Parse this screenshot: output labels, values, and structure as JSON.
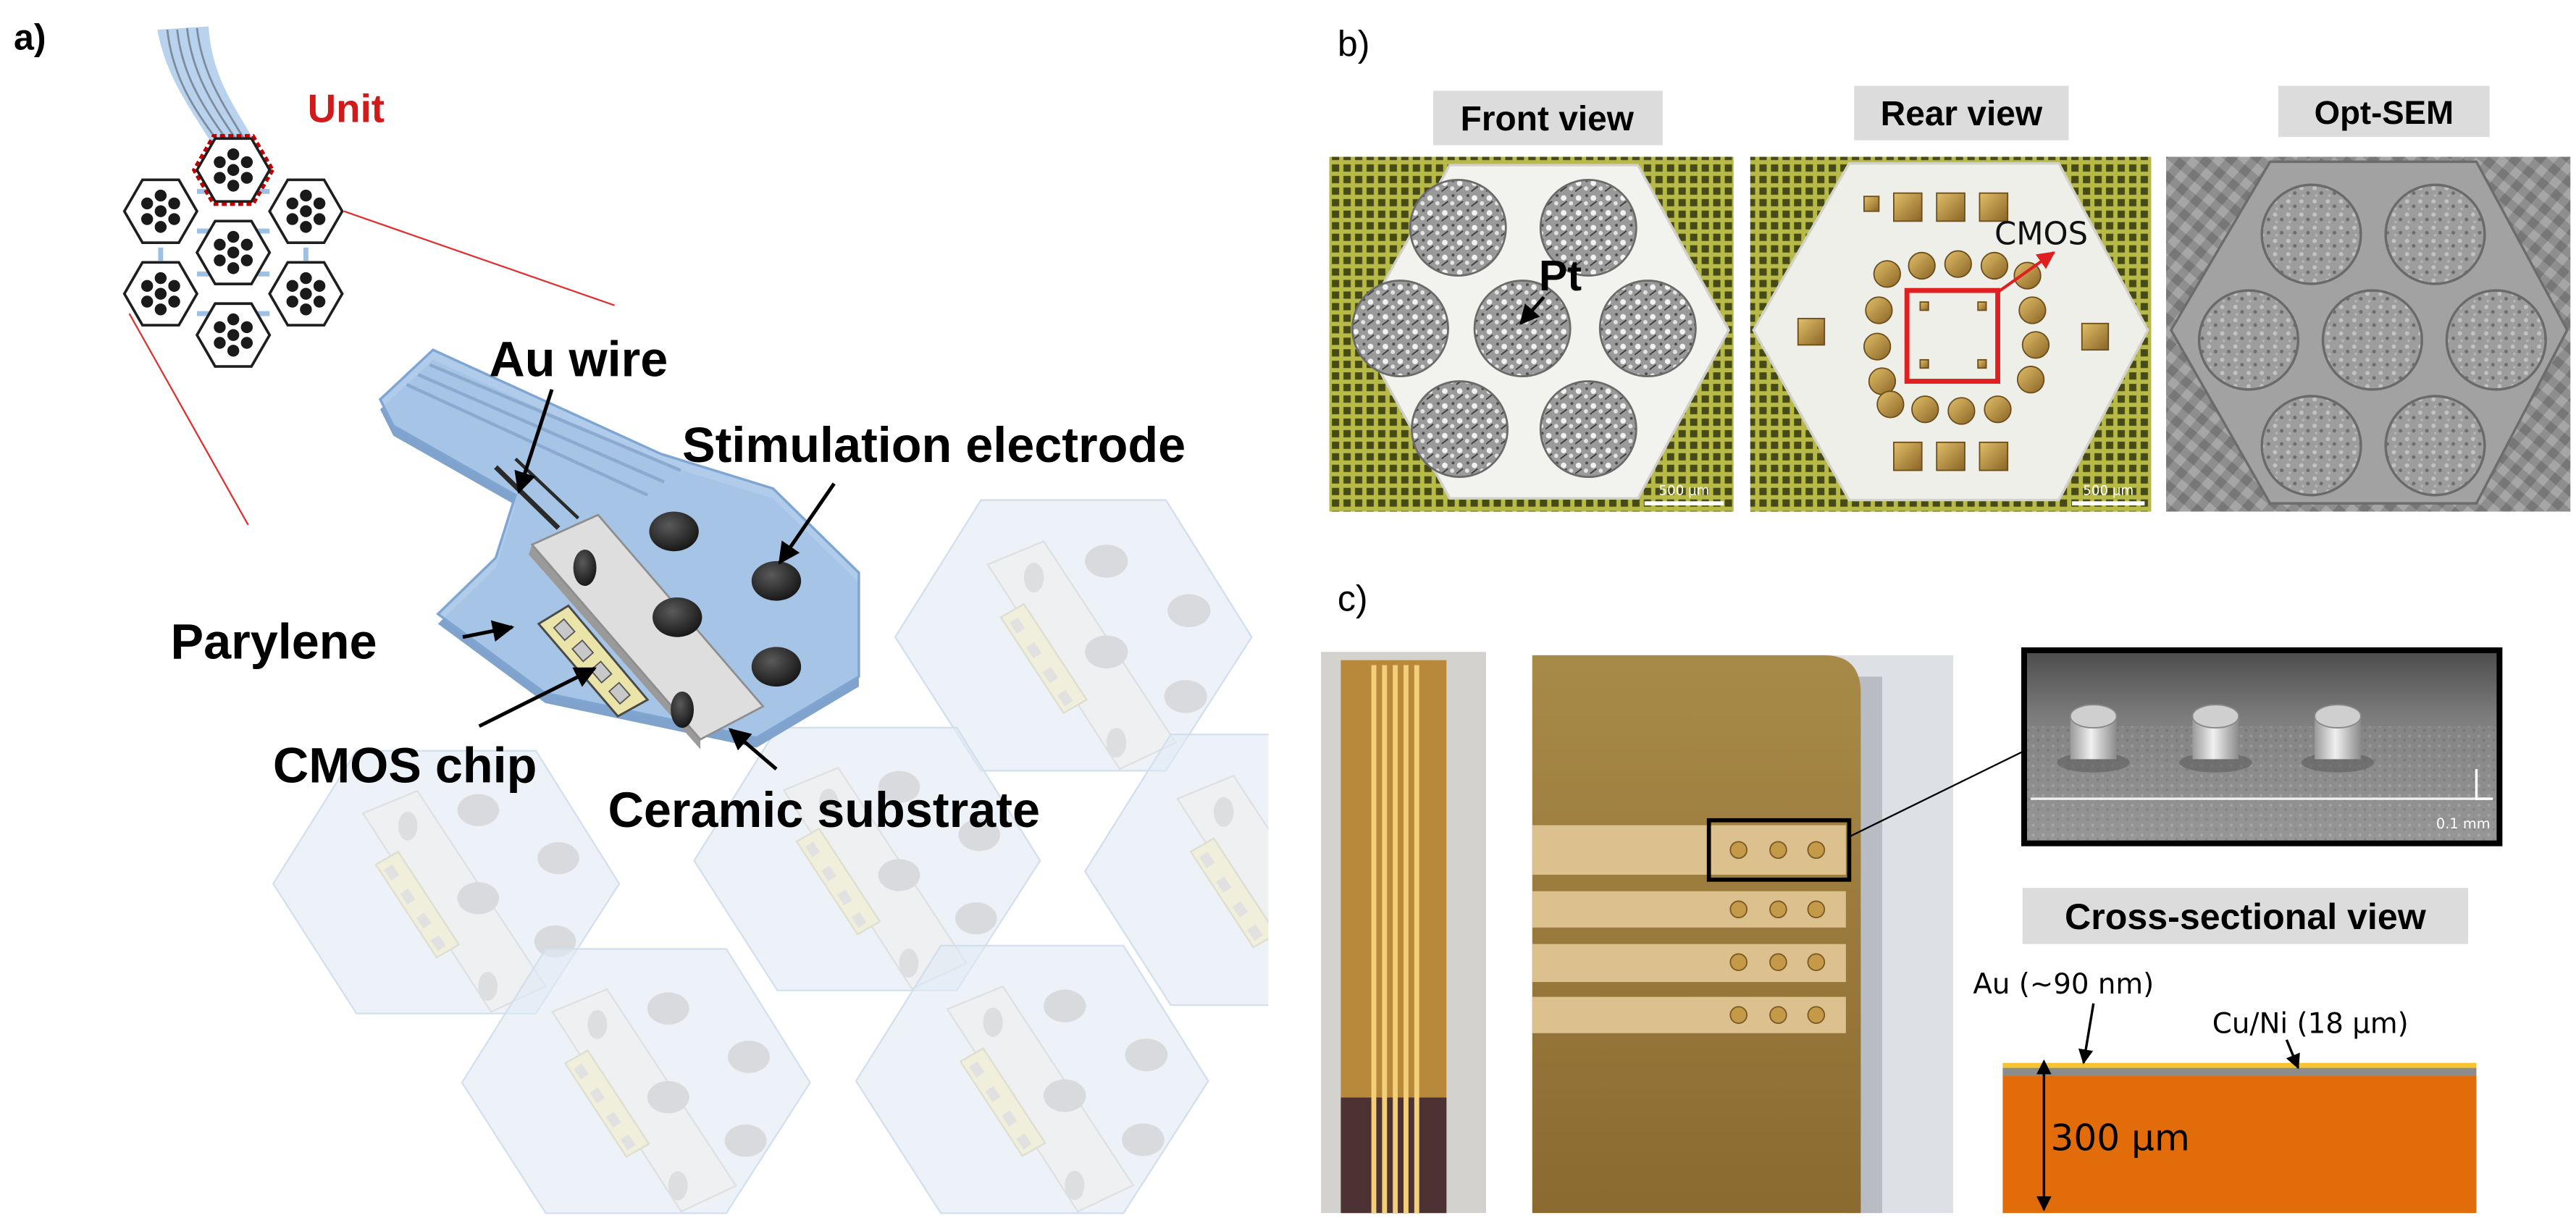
{
  "panel_labels": {
    "a": "a)",
    "b": "b)",
    "c": "c)"
  },
  "panel_a": {
    "unit": "Unit",
    "au_wire": "Au wire",
    "stimulation_electrode": "Stimulation electrode",
    "parylene": "Parylene",
    "cmos_chip": "CMOS chip",
    "ceramic_substrate": "Ceramic substrate"
  },
  "panel_b": {
    "front_view": "Front view",
    "rear_view": "Rear view",
    "opt_sem": "Opt-SEM",
    "pt": "Pt",
    "cmos": "CMOS",
    "scale_front": "500 μm",
    "scale_rear": "500 μm"
  },
  "panel_c": {
    "inset_scale": "0.1 mm",
    "cross_section_title": "Cross-sectional view",
    "au_layer": "Au (~90 nm)",
    "cuni_layer": "Cu/Ni (18 μm)",
    "thickness": "300 μm"
  },
  "colors": {
    "unit_label": "#d11a1a",
    "highlight_box": "#e02020",
    "parylene": "#a9c8e8",
    "au_layer": "#f5c430",
    "cuni_layer": "#8c8c8c",
    "cross_section_substrate": "#e36c0a",
    "label_box": "#dcdcdc"
  }
}
